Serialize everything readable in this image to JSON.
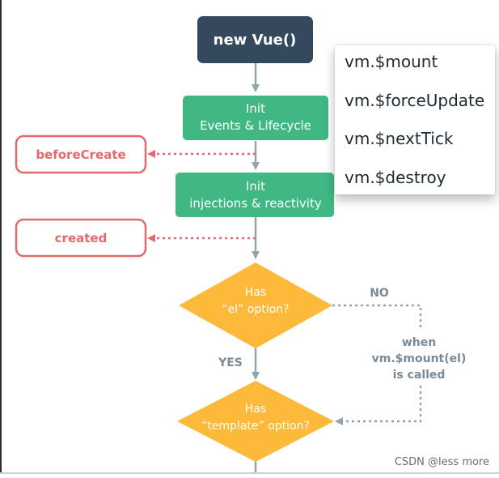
{
  "colors": {
    "dark_box": "#35495e",
    "green_box": "#41b883",
    "hook_border": "#e26a6a",
    "hook_text": "#e26a6a",
    "diamond": "#fdb93a",
    "connector": "#8fa3b0",
    "label": "#7a8a96",
    "popup_text": "#1e2a33"
  },
  "diagram": {
    "new_vue": "new Vue()",
    "init_events": {
      "line1": "Init",
      "line2": "Events & Lifecycle"
    },
    "init_injections": {
      "line1": "Init",
      "line2": "injections & reactivity"
    },
    "before_create": "beforeCreate",
    "created": "created",
    "has_el": {
      "line1": "Has",
      "line2": "“el” option?"
    },
    "has_template": {
      "line1": "Has",
      "line2": "“template” option?"
    },
    "no_label": "NO",
    "yes_label": "YES",
    "when_note": {
      "line1": "when",
      "line2": "vm.$mount(el)",
      "line3": "is called"
    }
  },
  "popup": {
    "items": [
      "vm.$mount",
      "vm.$forceUpdate",
      "vm.$nextTick",
      "vm.$destroy"
    ]
  },
  "watermark": "CSDN @less more"
}
